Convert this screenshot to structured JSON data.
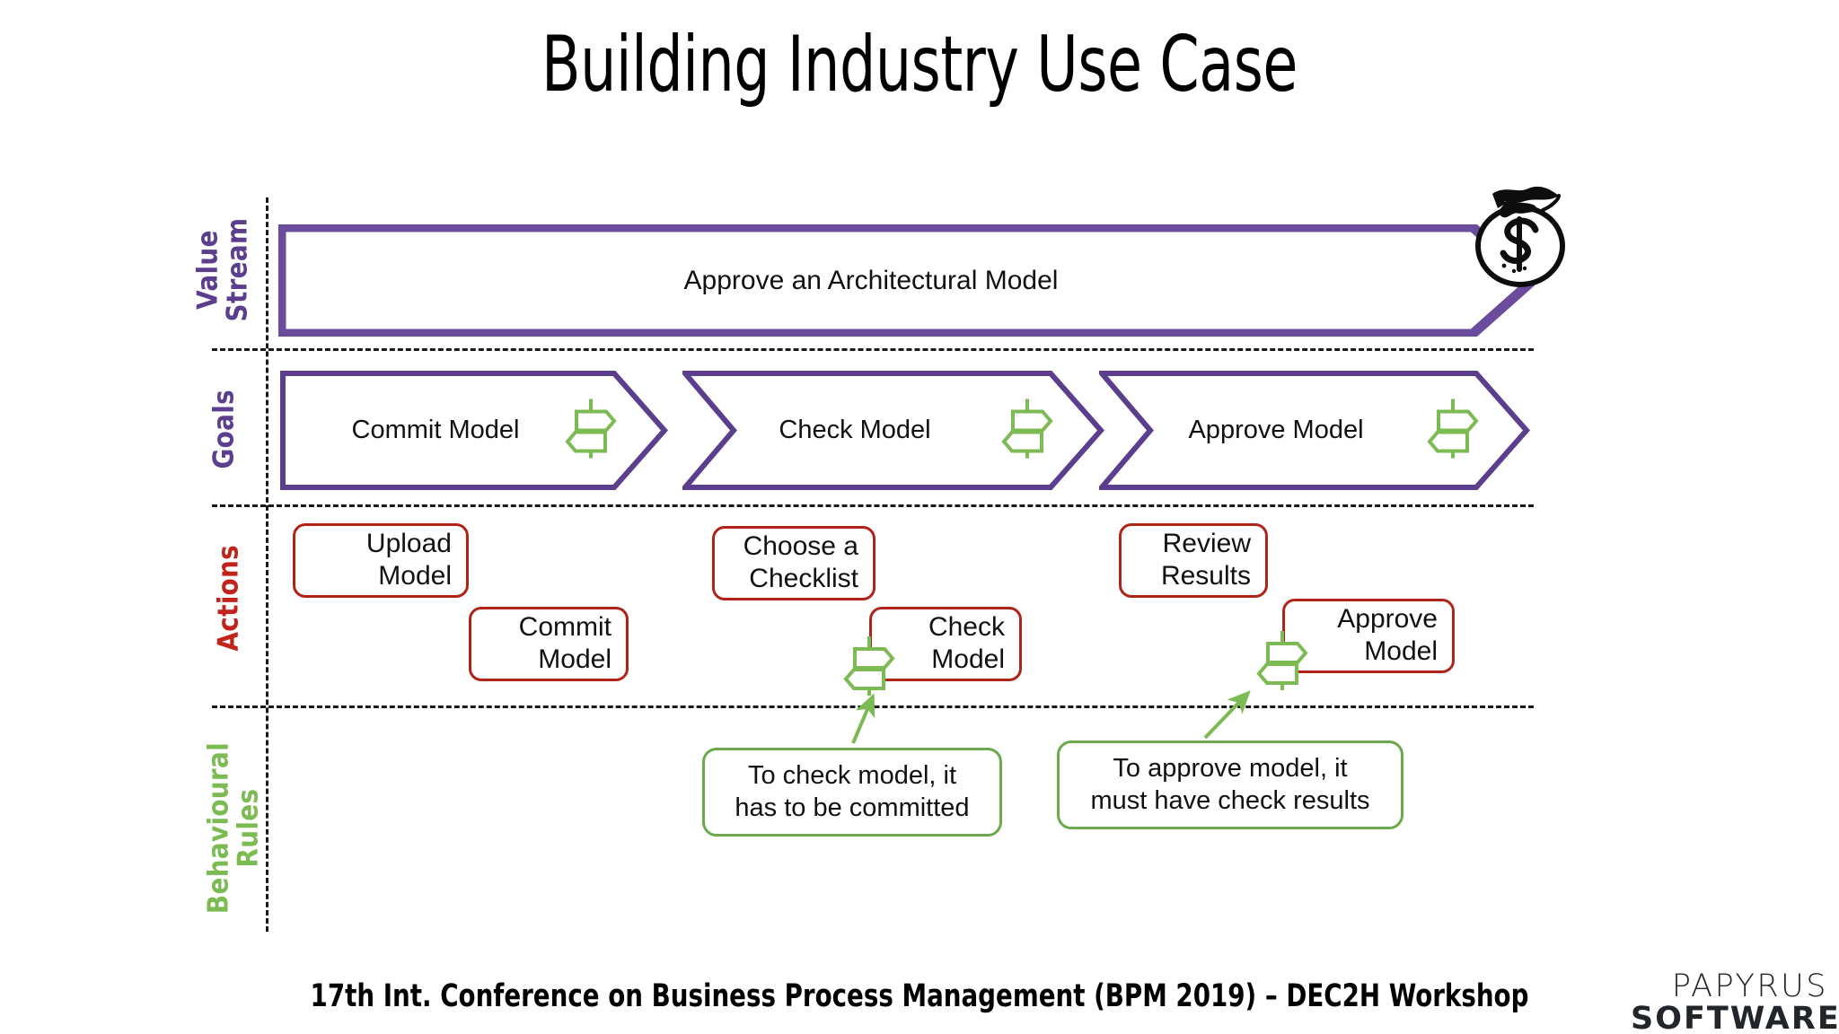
{
  "slide": {
    "title": "Building Industry Use Case",
    "background": "#ffffff"
  },
  "colors": {
    "purple": "#5b3e8e",
    "purple_band": "#6a4b9c",
    "red": "#c2241c",
    "action_border": "#b02318",
    "green": "#7cba54",
    "rule_border": "#6aaa4a",
    "signpost_green": "#7cba54",
    "axis": "#1a1a1a",
    "text": "#111111"
  },
  "rows": [
    {
      "id": "value-stream",
      "label": "Value\nStream",
      "color_key": "purple"
    },
    {
      "id": "goals",
      "label": "Goals",
      "color_key": "purple"
    },
    {
      "id": "actions",
      "label": "Actions",
      "color_key": "red"
    },
    {
      "id": "behavioural-rules",
      "label": "Behavioural\nRules",
      "color_key": "green"
    }
  ],
  "value_stream": {
    "label": "Approve an Architectural Model",
    "icon": "money-bag-icon"
  },
  "goals": [
    {
      "label": "Commit Model",
      "icon": "signpost-icon"
    },
    {
      "label": "Check Model",
      "icon": "signpost-icon"
    },
    {
      "label": "Approve Model",
      "icon": "signpost-icon"
    }
  ],
  "actions": [
    {
      "id": "upload-model",
      "line1": "Upload",
      "line2": "Model",
      "icon": null
    },
    {
      "id": "commit-model",
      "line1": "Commit",
      "line2": "Model",
      "icon": null
    },
    {
      "id": "choose-a-checklist",
      "line1": "Choose a",
      "line2": "Checklist",
      "icon": null
    },
    {
      "id": "check-model",
      "line1": "Check",
      "line2": "Model",
      "icon": "signpost-icon"
    },
    {
      "id": "review-results",
      "line1": "Review",
      "line2": "Results",
      "icon": null
    },
    {
      "id": "approve-model",
      "line1": "Approve",
      "line2": "Model",
      "icon": "signpost-icon"
    }
  ],
  "behavioural_rules": [
    {
      "id": "rule-check-model",
      "line1": "To check model, it",
      "line2": "has to be committed",
      "target_action": "check-model"
    },
    {
      "id": "rule-approve-model",
      "line1": "To approve model, it",
      "line2": "must have check results",
      "target_action": "approve-model"
    }
  ],
  "footer": {
    "text": "17th Int. Conference on Business Process Management (BPM 2019) – DEC2H Workshop",
    "logo_top": "PAPYRUS",
    "logo_bottom": "SOFTWARE"
  }
}
